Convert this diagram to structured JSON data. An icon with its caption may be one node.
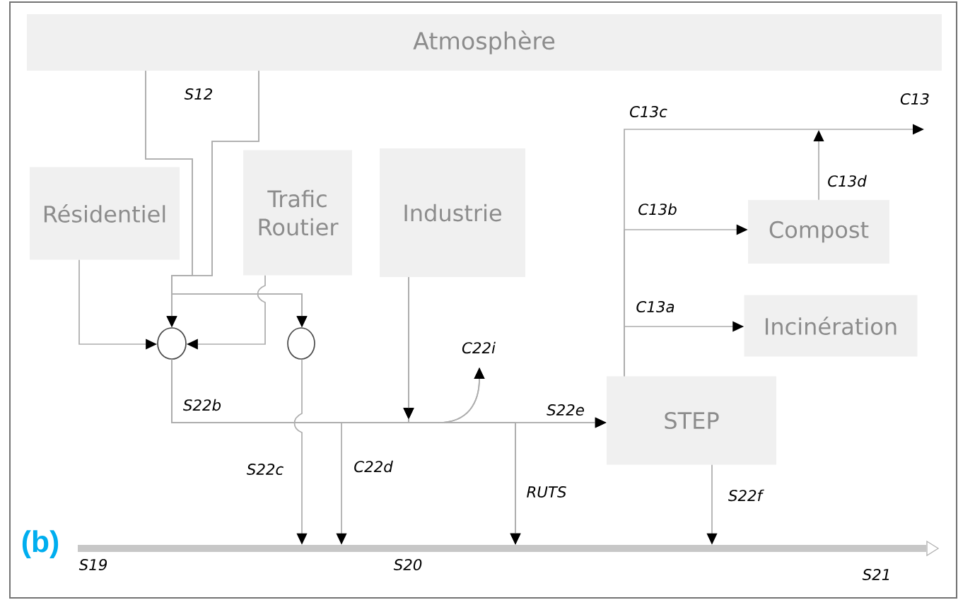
{
  "diagram": {
    "nodes": [
      {
        "text": [
          "Atmosphère"
        ]
      },
      {
        "text": [
          "Résidentiel"
        ]
      },
      {
        "text": [
          "Trafic Routier"
        ]
      },
      {
        "text": [
          "Industrie"
        ]
      },
      {
        "text": [
          "Compost"
        ]
      },
      {
        "text": [
          "Incinération"
        ]
      },
      {
        "text": [
          "STEP"
        ]
      },
      {
        "text": [],
        "shape": "circle"
      },
      {
        "text": [],
        "shape": "circle"
      },
      {
        "text": [],
        "shape": "bar",
        "beside": [
          "S19",
          "S20",
          "S21"
        ]
      }
    ],
    "edges": [
      {
        "from": 0,
        "to": 7,
        "arrow": "to"
      },
      {
        "from": 0,
        "to": 7,
        "arrow": "to"
      },
      {
        "from": 0,
        "to": 8,
        "arrow": "to"
      },
      {
        "from": 0,
        "to": 8,
        "arrow": "to"
      },
      {
        "from": 1,
        "to": 7,
        "arrow": "to"
      },
      {
        "from": 2,
        "to": 7,
        "arrow": "to"
      },
      {
        "from": 7,
        "to": 6,
        "arrow": "to",
        "label": "S22e"
      },
      {
        "from": 3,
        "to": 6,
        "arrow": "to"
      },
      {
        "from": 7,
        "to": 9,
        "arrow": "to",
        "label": "C22d"
      },
      {
        "from": 7,
        "to": 9,
        "arrow": "to",
        "label": "RUTS"
      },
      {
        "from": 3,
        "to": 9,
        "arrow": "to"
      },
      {
        "from": 7,
        "to": null,
        "arrow": "to",
        "label": "C22i"
      },
      {
        "from": 3,
        "to": null,
        "arrow": "to"
      },
      {
        "from": 8,
        "to": 9,
        "arrow": "to",
        "label": "S22c"
      },
      {
        "from": 6,
        "to": 9,
        "arrow": "to",
        "label": "S22f"
      },
      {
        "from": 6,
        "to": 4,
        "arrow": "to",
        "label": "C13b"
      },
      {
        "from": 6,
        "to": 5,
        "arrow": "to",
        "label": "C13a"
      },
      {
        "from": 6,
        "to": null,
        "arrow": "to",
        "label": "C13c"
      },
      {
        "from": 4,
        "to": null,
        "arrow": "to",
        "label": "C13d"
      }
    ],
    "labels": [
      "S12",
      "S22b",
      "C13",
      "(b)"
    ]
  }
}
